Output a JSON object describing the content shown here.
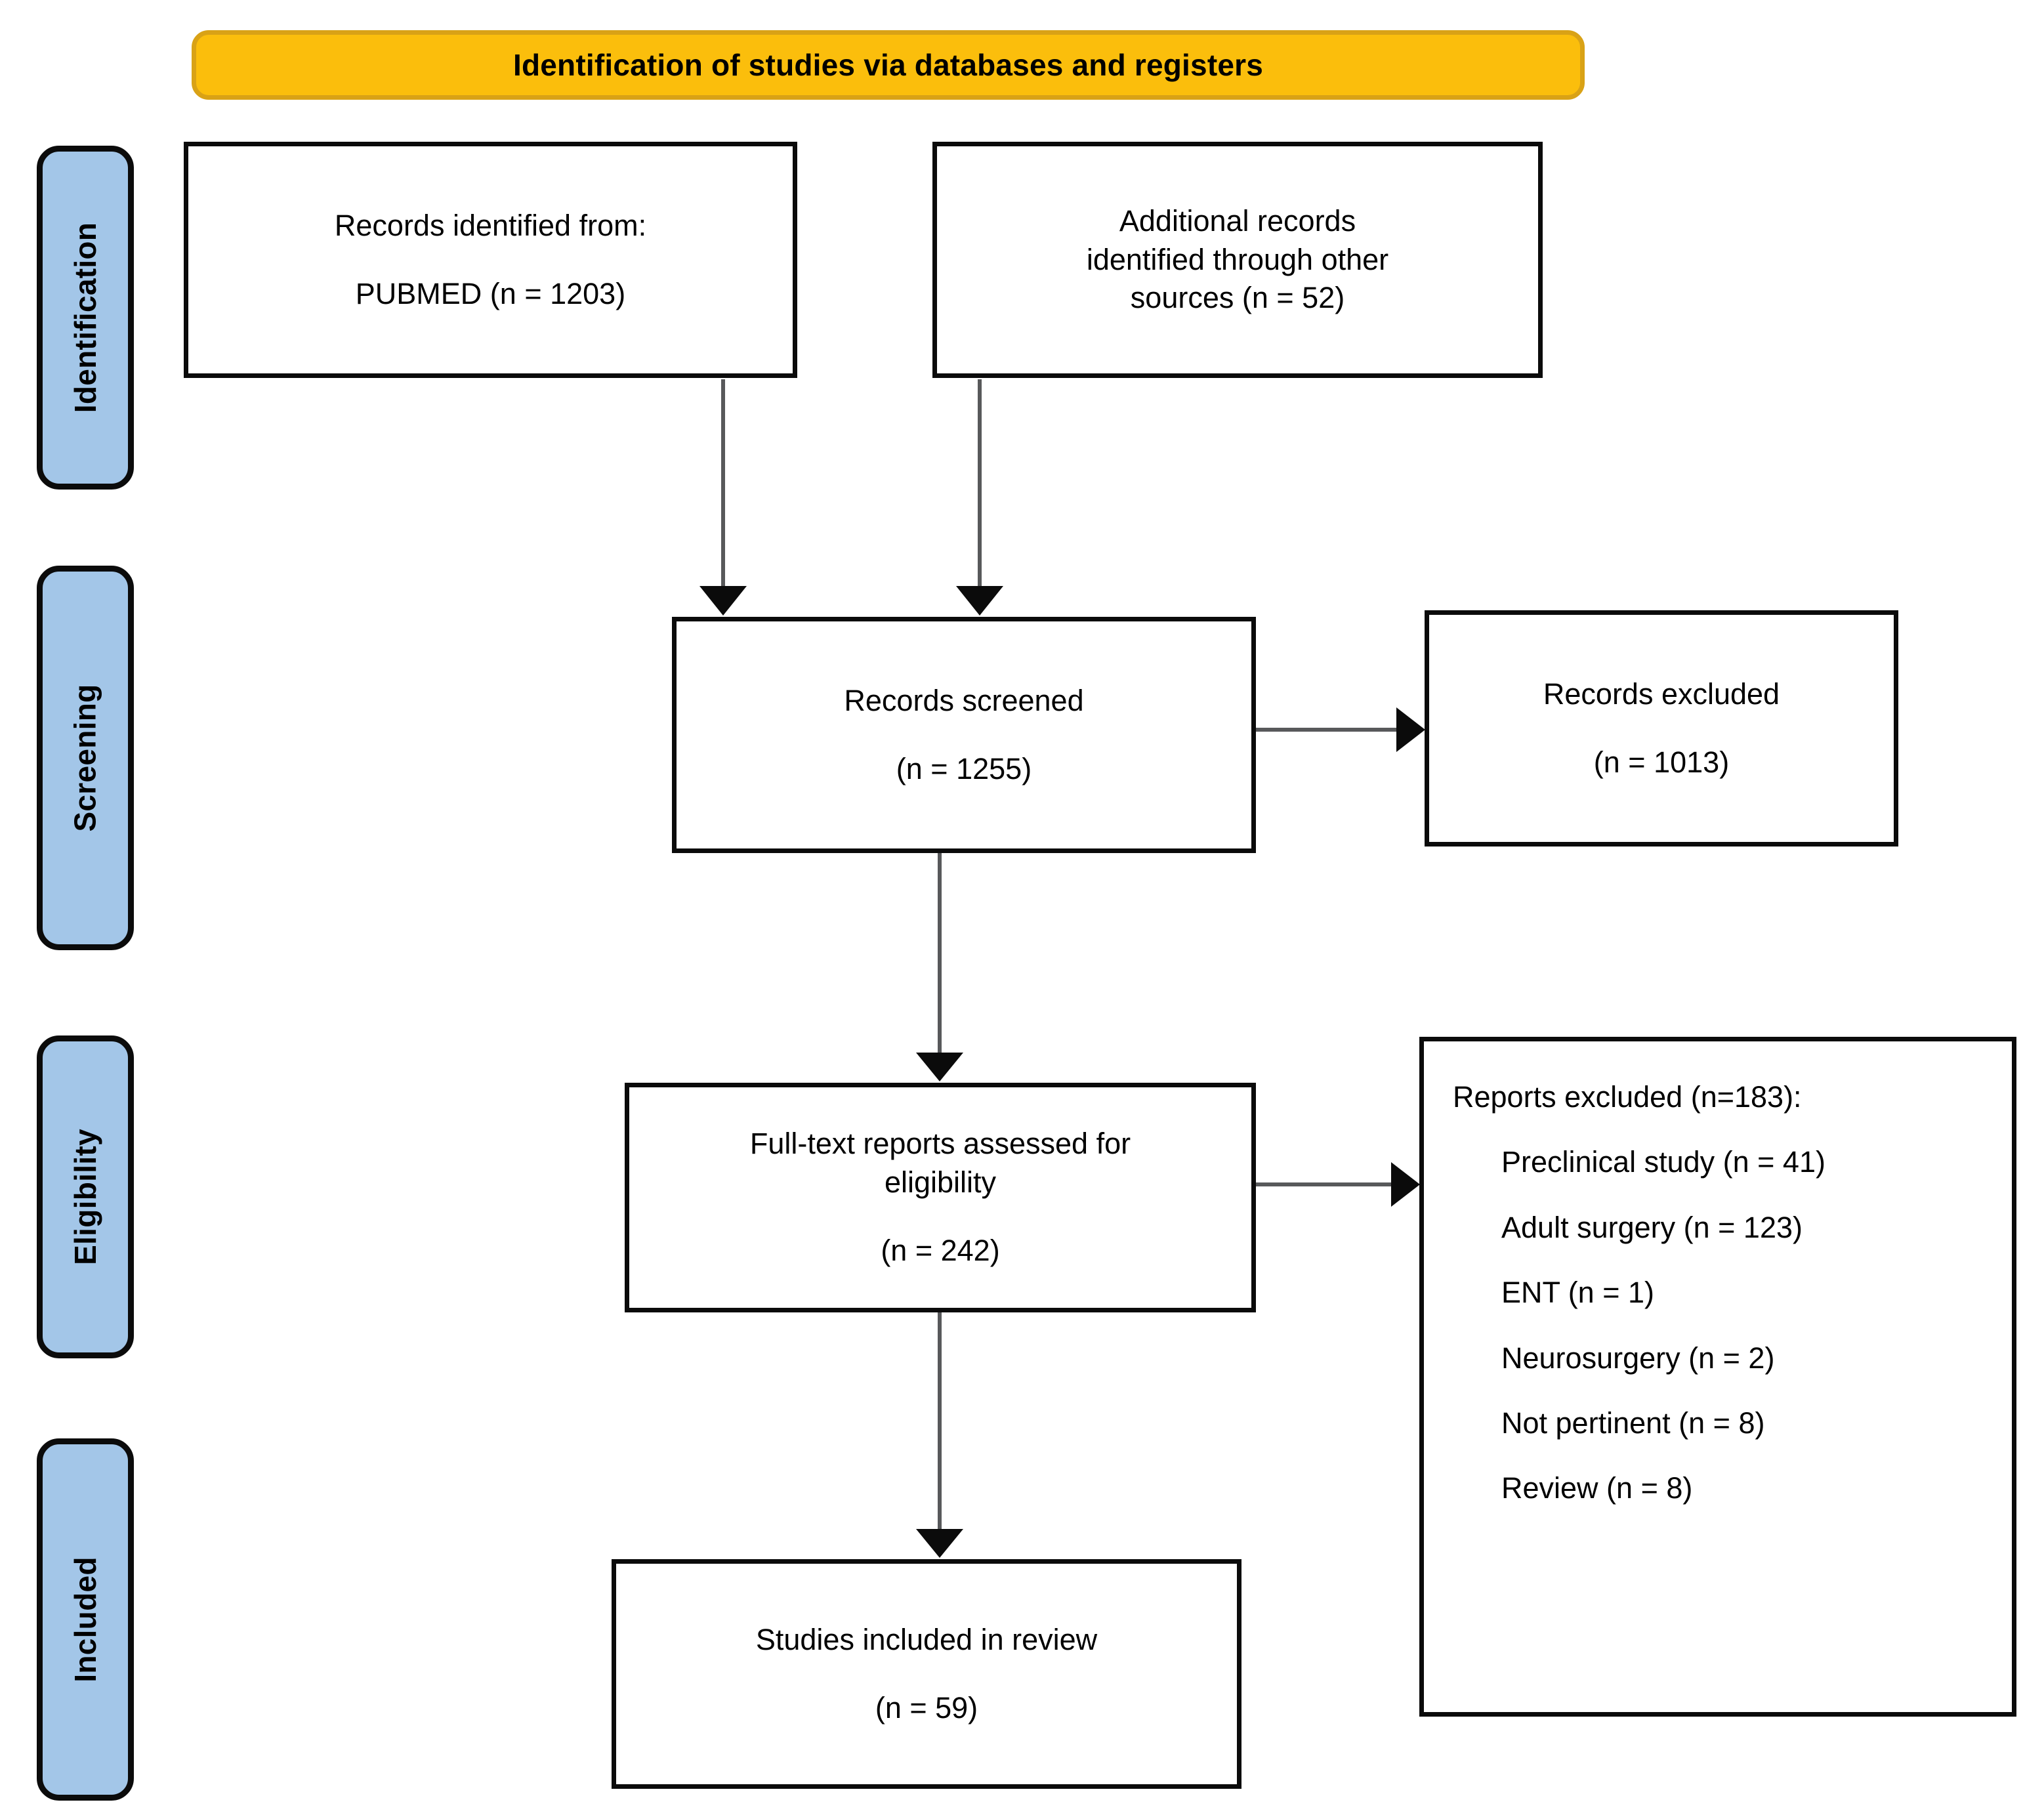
{
  "diagram": {
    "type": "prisma-flow-diagram",
    "banner_title": "Identification of studies via databases and registers",
    "colors": {
      "banner_fill": "#FBBE0C",
      "banner_border": "#D9A216",
      "stage_fill": "#A3C6E8",
      "box_border": "#0b0b0b",
      "connector": "#58595b"
    }
  },
  "stages": [
    {
      "label": "Identification"
    },
    {
      "label": "Screening"
    },
    {
      "label": "Eligibility"
    },
    {
      "label": "Included"
    }
  ],
  "boxes": {
    "pubmed": {
      "line1": "Records identified from:",
      "line2": "PUBMED (n = 1203)",
      "count": 1203
    },
    "additional": {
      "line1": "Additional records",
      "line2": "identified through other",
      "line3": "sources (n = 52)",
      "count": 52
    },
    "screened": {
      "line1": "Records screened",
      "line2": "(n = 1255)",
      "count": 1255
    },
    "records_excluded": {
      "line1": "Records excluded",
      "line2": "(n = 1013)",
      "count": 1013
    },
    "fulltext": {
      "line1": "Full-text reports assessed for",
      "line2": "eligibility",
      "line3": "(n = 242)",
      "count": 242
    },
    "included": {
      "line1": "Studies included in review",
      "line2": "(n = 59)",
      "count": 59
    },
    "reports_excluded": {
      "heading": "Reports excluded (n=183):",
      "total": 183,
      "items": [
        {
          "label": "Preclinical study (n = 41)",
          "count": 41
        },
        {
          "label": "Adult surgery (n = 123)",
          "count": 123
        },
        {
          "label": "ENT (n = 1)",
          "count": 1
        },
        {
          "label": "Neurosurgery (n = 2)",
          "count": 2
        },
        {
          "label": "Not pertinent (n = 8)",
          "count": 8
        },
        {
          "label": "Review (n = 8)",
          "count": 8
        }
      ]
    }
  }
}
